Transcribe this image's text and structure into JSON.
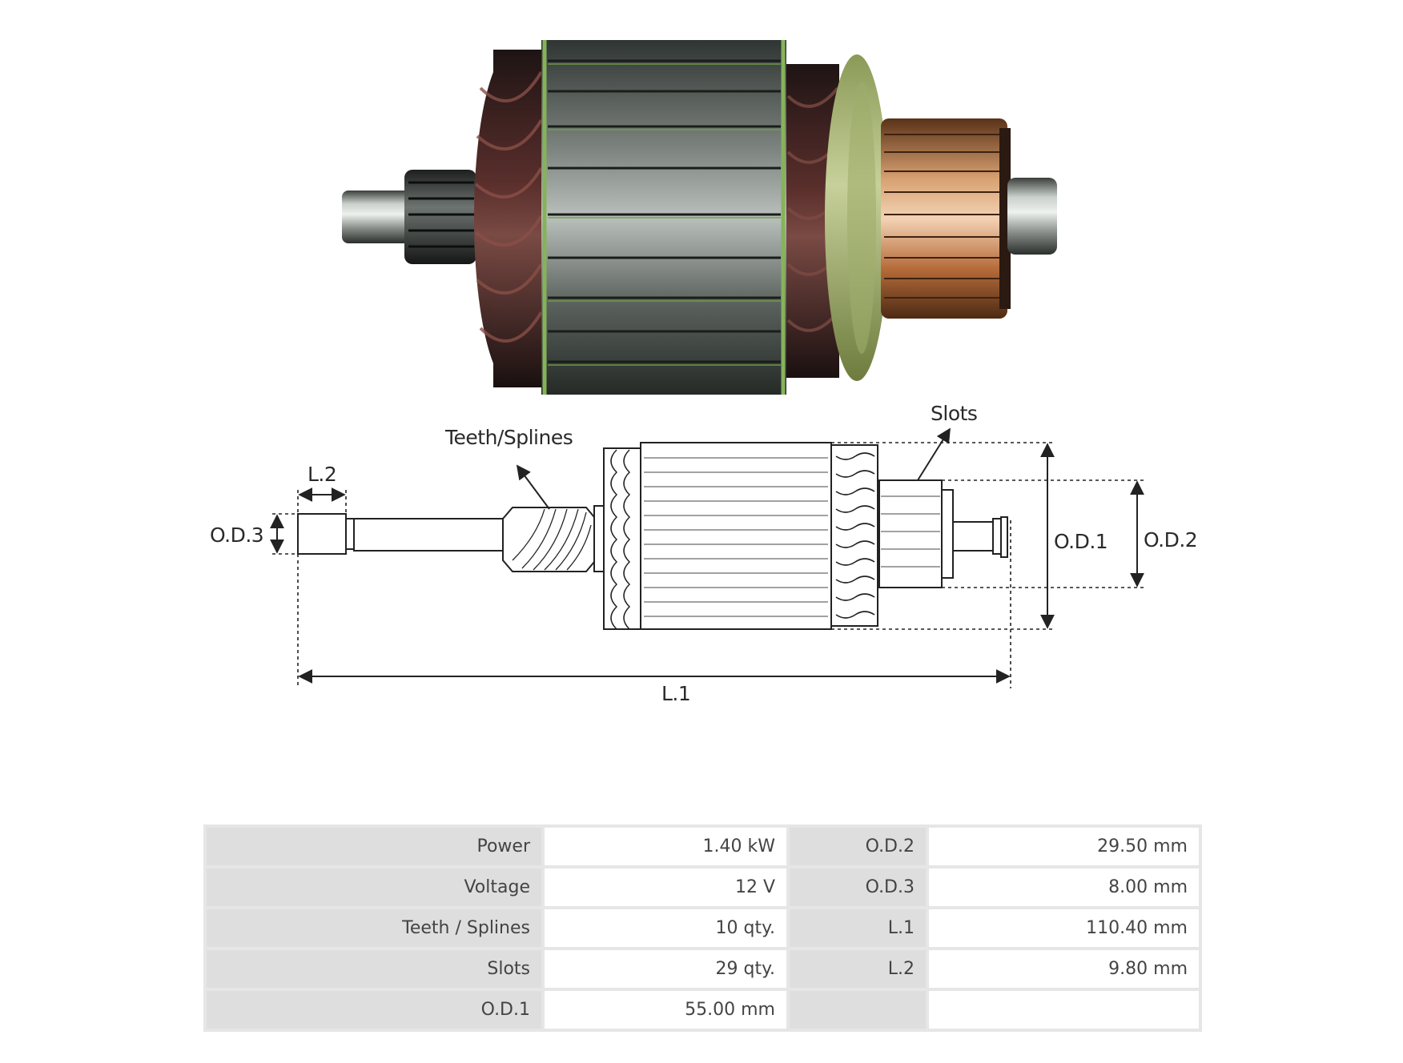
{
  "diagram": {
    "labels": {
      "teeth_splines": "Teeth/Splines",
      "slots": "Slots",
      "l2": "L.2",
      "od3": "O.D.3",
      "od1": "O.D.1",
      "od2": "O.D.2",
      "l1": "L.1"
    }
  },
  "spec_table": {
    "rows": [
      {
        "k1": "Power",
        "v1": "1.40 kW",
        "k2": "O.D.2",
        "v2": "29.50 mm"
      },
      {
        "k1": "Voltage",
        "v1": "12 V",
        "k2": "O.D.3",
        "v2": "8.00 mm"
      },
      {
        "k1": "Teeth / Splines",
        "v1": "10 qty.",
        "k2": "L.1",
        "v2": "110.40 mm"
      },
      {
        "k1": "Slots",
        "v1": "29 qty.",
        "k2": "L.2",
        "v2": "9.80 mm"
      },
      {
        "k1": "O.D.1",
        "v1": "55.00 mm",
        "k2": "",
        "v2": ""
      }
    ]
  }
}
